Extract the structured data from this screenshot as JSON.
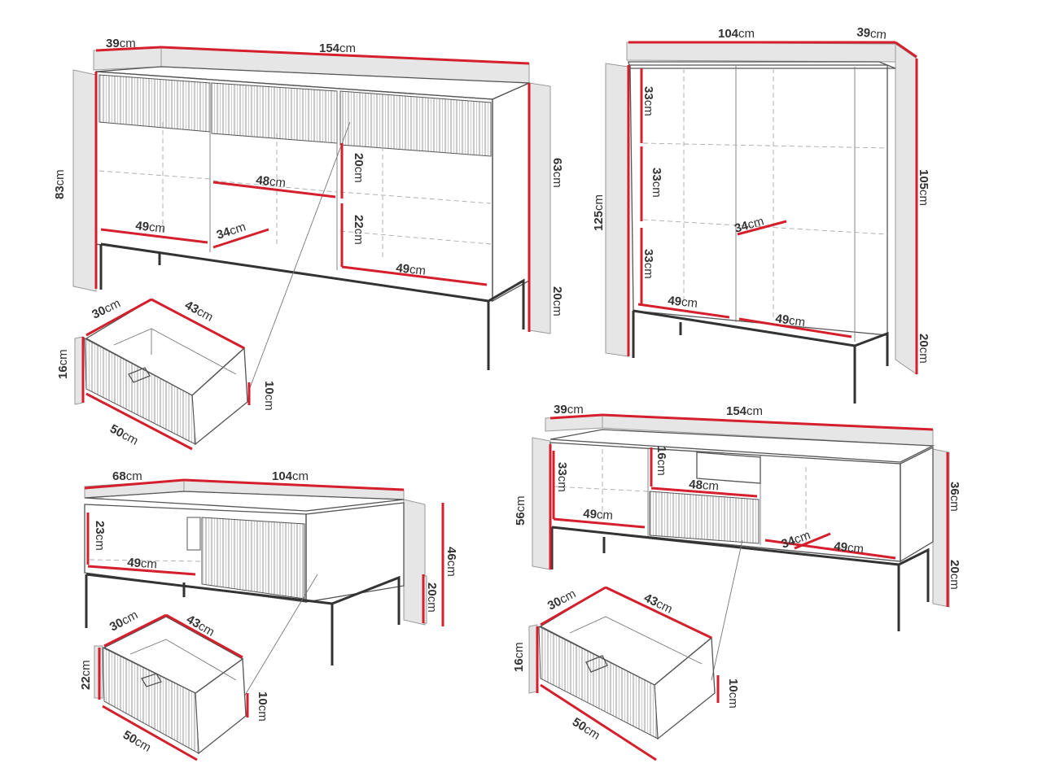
{
  "unit": "cm",
  "sideboard": {
    "depth": "39",
    "width": "154",
    "height": "83",
    "body_height": "63",
    "leg_height": "20",
    "shelf_width": "48",
    "comp_width_left": "49",
    "comp_width_right": "49",
    "shelf_depth": "34",
    "drawer_h": "20",
    "compartment_h": "22"
  },
  "sideboard_drawer": {
    "depth": "30",
    "width": "43",
    "front_h": "16",
    "inner_h": "10",
    "length": "50"
  },
  "cabinet": {
    "width": "104",
    "depth": "39",
    "total_height": "125",
    "body_height": "105",
    "leg_height": "20",
    "shelf_h1": "33",
    "shelf_h2": "33",
    "shelf_h3": "33",
    "shelf_depth": "34",
    "comp_width_left": "49",
    "comp_width_right": "49"
  },
  "coffee_table": {
    "depth": "68",
    "width": "104",
    "height": "46",
    "leg_height": "20",
    "open_h": "23",
    "open_w": "49"
  },
  "coffee_drawer": {
    "depth": "30",
    "width": "43",
    "front_h": "22",
    "inner_h": "10",
    "length": "50"
  },
  "tv_stand": {
    "depth": "39",
    "width": "154",
    "height": "56",
    "body_height": "36",
    "leg_height": "20",
    "open_h": "33",
    "open_w": "49",
    "niche_h": "16",
    "drawer_w": "48",
    "shelf_depth": "34",
    "right_w": "49"
  },
  "tv_drawer": {
    "depth": "30",
    "width": "43",
    "front_h": "16",
    "inner_h": "10",
    "length": "50"
  }
}
